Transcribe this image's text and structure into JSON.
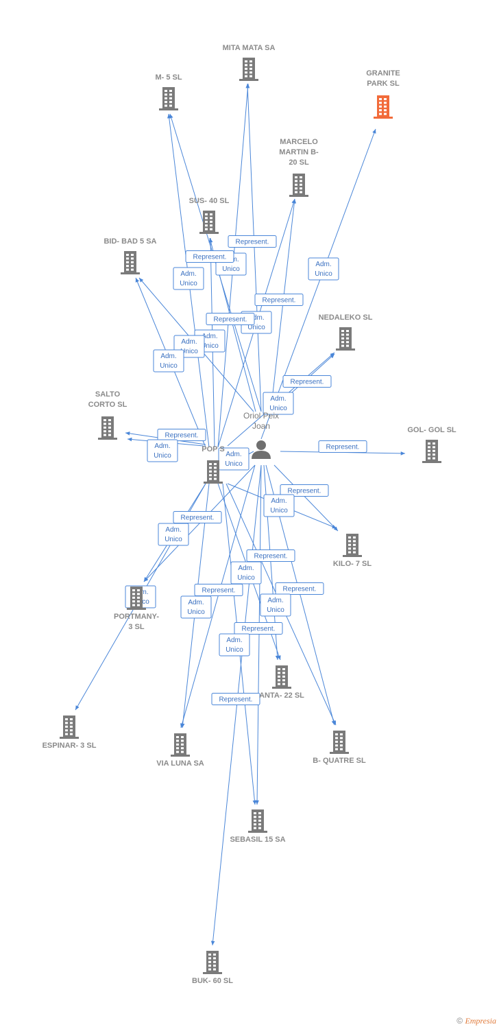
{
  "colors": {
    "building": "#7a7a7a",
    "highlight": "#f26b3a",
    "edge": "#4a86d8",
    "person": "#6f6f6f"
  },
  "nodes": [
    {
      "id": "mita",
      "label": [
        "MITA MATA SA"
      ],
      "kind": "company"
    },
    {
      "id": "m5",
      "label": [
        "M- 5 SL"
      ],
      "kind": "company"
    },
    {
      "id": "granite",
      "label": [
        "GRANITE",
        "PARK  SL"
      ],
      "kind": "highlight"
    },
    {
      "id": "marcelo",
      "label": [
        "MARCELO",
        "MARTIN B-",
        "20 SL"
      ],
      "kind": "company"
    },
    {
      "id": "sus",
      "label": [
        "SUS- 40 SL"
      ],
      "kind": "company"
    },
    {
      "id": "bid",
      "label": [
        "BID- BAD 5 SA"
      ],
      "kind": "company"
    },
    {
      "id": "nedaleko",
      "label": [
        "NEDALEKO SL"
      ],
      "kind": "company"
    },
    {
      "id": "salto",
      "label": [
        "SALTO",
        "CORTO SL"
      ],
      "kind": "company"
    },
    {
      "id": "oriol",
      "label": [
        "Oriol Peix",
        "Joan"
      ],
      "kind": "person"
    },
    {
      "id": "pop",
      "label": [
        "POP S"
      ],
      "kind": "company"
    },
    {
      "id": "gol",
      "label": [
        "GOL- GOL SL"
      ],
      "kind": "company"
    },
    {
      "id": "kilo",
      "label": [
        "KILO- 7 SL"
      ],
      "kind": "company"
    },
    {
      "id": "portmany",
      "label": [
        "PORTMANY-",
        "3 SL"
      ],
      "kind": "company"
    },
    {
      "id": "anta",
      "label": [
        "ANTA- 22 SL"
      ],
      "kind": "company"
    },
    {
      "id": "espinar",
      "label": [
        "ESPINAR- 3  SL"
      ],
      "kind": "company"
    },
    {
      "id": "vialuna",
      "label": [
        "VIA LUNA SA"
      ],
      "kind": "company"
    },
    {
      "id": "bquatre",
      "label": [
        "B- QUATRE SL"
      ],
      "kind": "company"
    },
    {
      "id": "sebasil",
      "label": [
        "SEBASIL 15 SA"
      ],
      "kind": "company"
    },
    {
      "id": "buk",
      "label": [
        "BUK- 60 SL"
      ],
      "kind": "company"
    }
  ],
  "edges": [
    {
      "from": "oriol",
      "to": "mita",
      "label": [
        "Represent."
      ]
    },
    {
      "from": "pop",
      "to": "mita",
      "label": [
        "Adm.",
        "Unico"
      ]
    },
    {
      "from": "oriol",
      "to": "m5",
      "label": [
        "Adm.",
        "Unico"
      ]
    },
    {
      "from": "pop",
      "to": "m5",
      "label": [
        "Represent."
      ]
    },
    {
      "from": "oriol",
      "to": "granite",
      "label": [
        "Adm.",
        "Unico"
      ]
    },
    {
      "from": "oriol",
      "to": "marcelo",
      "label": [
        "Adm.",
        "Unico"
      ]
    },
    {
      "from": "pop",
      "to": "marcelo",
      "label": [
        "Represent."
      ]
    },
    {
      "from": "oriol",
      "to": "sus",
      "label": [
        "Adm.",
        "Unico"
      ]
    },
    {
      "from": "pop",
      "to": "sus",
      "label": [
        "Represent."
      ]
    },
    {
      "from": "oriol",
      "to": "bid",
      "label": [
        "Adm.",
        "Unico"
      ]
    },
    {
      "from": "pop",
      "to": "bid",
      "label": [
        "Adm.",
        "Unico"
      ]
    },
    {
      "from": "oriol",
      "to": "nedaleko",
      "label": [
        "Adm.",
        "Unico"
      ]
    },
    {
      "from": "pop",
      "to": "nedaleko",
      "label": [
        "Represent."
      ]
    },
    {
      "from": "pop",
      "to": "salto",
      "label": [
        "Represent."
      ]
    },
    {
      "from": "oriol",
      "to": "salto",
      "label": [
        "Adm.",
        "Unico"
      ]
    },
    {
      "from": "oriol",
      "to": "pop",
      "label": [
        "Adm.",
        "Unico"
      ]
    },
    {
      "from": "oriol",
      "to": "gol",
      "label": [
        "Represent."
      ]
    },
    {
      "from": "pop",
      "to": "kilo",
      "label": [
        "Represent."
      ]
    },
    {
      "from": "oriol",
      "to": "kilo",
      "label": [
        "Adm.",
        "Unico"
      ]
    },
    {
      "from": "oriol",
      "to": "portmany",
      "label": [
        "Represent."
      ]
    },
    {
      "from": "pop",
      "to": "portmany",
      "label": [
        "Adm.",
        "Unico"
      ]
    },
    {
      "from": "pop",
      "to": "espinar",
      "label": [
        "Adm.",
        "Unico"
      ]
    },
    {
      "from": "pop",
      "to": "anta",
      "label": [
        "Represent."
      ]
    },
    {
      "from": "oriol",
      "to": "anta",
      "label": [
        "Adm.",
        "Unico"
      ]
    },
    {
      "from": "pop",
      "to": "vialuna",
      "label": [
        "Adm.",
        "Unico"
      ]
    },
    {
      "from": "oriol",
      "to": "vialuna",
      "label": [
        "Represent."
      ]
    },
    {
      "from": "pop",
      "to": "bquatre",
      "label": [
        "Represent."
      ]
    },
    {
      "from": "oriol",
      "to": "bquatre",
      "label": [
        "Adm.",
        "Unico"
      ]
    },
    {
      "from": "pop",
      "to": "sebasil",
      "label": [
        "Represent."
      ]
    },
    {
      "from": "oriol",
      "to": "sebasil",
      "label": [
        "Adm.",
        "Unico"
      ]
    },
    {
      "from": "oriol",
      "to": "buk",
      "label": [
        "Represent."
      ]
    }
  ],
  "footer": {
    "symbol": "©",
    "brand": "Empresia"
  }
}
